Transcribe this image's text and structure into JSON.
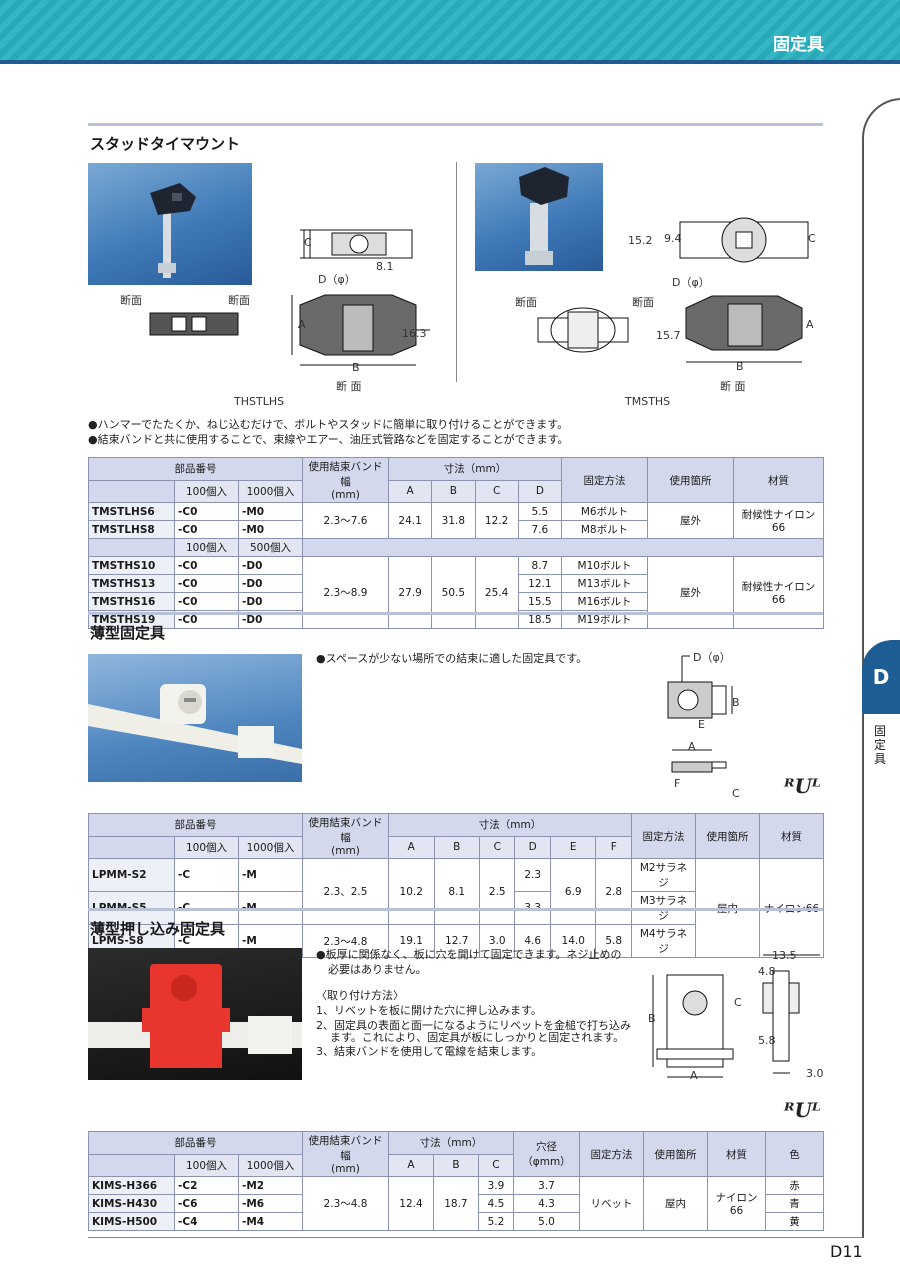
{
  "header": {
    "category": "固定具"
  },
  "side": {
    "tab_letter": "D",
    "tab_label": "固定具"
  },
  "footer": {
    "page_number": "D11"
  },
  "section1": {
    "title": "スタッドタイマウント",
    "diagram_left": {
      "section_label_a": "断面",
      "section_label_b": "断面",
      "dim_c": "C",
      "dim_d": "D（φ）",
      "dim_81": "8.1",
      "dim_a": "A",
      "dim_b": "B",
      "dim_163": "16.3",
      "section_label_bottom": "断 面",
      "caption": "THSTLHS"
    },
    "diagram_right": {
      "section_label_a": "断面",
      "section_label_b": "断面",
      "dim_152": "15.2",
      "dim_94": "9.4",
      "dim_c": "C",
      "dim_d": "D（φ）",
      "dim_157": "15.7",
      "dim_a": "A",
      "dim_b": "B",
      "section_label_bottom": "断 面",
      "caption": "TMSTHS"
    },
    "bullets": [
      "●ハンマーでたたくか、ねじ込むだけで、ボルトやスタッドに簡単に取り付けることができます。",
      "●結束バンドと共に使用することで、束線やエアー、油圧式管路などを固定することができます。"
    ],
    "table": {
      "h_part": "部品番号",
      "h_q1": "100個入",
      "h_q2": "1000個入",
      "h_band": "使用結束バンド幅",
      "h_band_unit": "(mm)",
      "h_dims": "寸法（mm）",
      "h_a": "A",
      "h_b": "B",
      "h_c": "C",
      "h_d": "D",
      "h_fix": "固定方法",
      "h_place": "使用箇所",
      "h_mat": "材質",
      "h_q1b": "100個入",
      "h_q2b": "500個入",
      "g1": {
        "band": "2.3～7.6",
        "a": "24.1",
        "b": "31.8",
        "c": "12.2",
        "place": "屋外",
        "mat": "耐候性ナイロン66",
        "rows": [
          {
            "part": "TMSTLHS6",
            "s1": "-C0",
            "s2": "-M0",
            "d": "5.5",
            "fix": "M6ボルト"
          },
          {
            "part": "TMSTLHS8",
            "s1": "-C0",
            "s2": "-M0",
            "d": "7.6",
            "fix": "M8ボルト"
          }
        ]
      },
      "g2": {
        "band": "2.3～8.9",
        "a": "27.9",
        "b": "50.5",
        "c": "25.4",
        "place": "屋外",
        "mat": "耐候性ナイロン66",
        "rows": [
          {
            "part": "TMSTHS10",
            "s1": "-C0",
            "s2": "-D0",
            "d": "8.7",
            "fix": "M10ボルト"
          },
          {
            "part": "TMSTHS13",
            "s1": "-C0",
            "s2": "-D0",
            "d": "12.1",
            "fix": "M13ボルト"
          },
          {
            "part": "TMSTHS16",
            "s1": "-C0",
            "s2": "-D0",
            "d": "15.5",
            "fix": "M16ボルト"
          },
          {
            "part": "TMSTHS19",
            "s1": "-C0",
            "s2": "-D0",
            "d": "18.5",
            "fix": "M19ボルト"
          }
        ]
      }
    }
  },
  "section2": {
    "title": "薄型固定具",
    "bullet": "●スペースが少ない場所での結束に適した固定具です。",
    "diagram": {
      "dim_d": "D（φ）",
      "dim_b": "B",
      "dim_e": "E",
      "dim_a": "A",
      "dim_f": "F",
      "dim_c": "C",
      "ul": "ᴿUᴸ"
    },
    "table": {
      "h_part": "部品番号",
      "h_q1": "100個入",
      "h_q2": "1000個入",
      "h_band": "使用結束バンド幅",
      "h_band_unit": "(mm)",
      "h_dims": "寸法（mm）",
      "h_a": "A",
      "h_b": "B",
      "h_c": "C",
      "h_d": "D",
      "h_e": "E",
      "h_f": "F",
      "h_fix": "固定方法",
      "h_place": "使用箇所",
      "h_mat": "材質",
      "band_12": "2.3、2.5",
      "a_12": "10.2",
      "b_12": "8.1",
      "c_12": "2.5",
      "e_12": "6.9",
      "f_12": "2.8",
      "place": "屋内",
      "mat": "ナイロン66",
      "rows": [
        {
          "part": "LPMM-S2",
          "s1": "-C",
          "s2": "-M",
          "d": "2.3",
          "fix": "M2サラネジ"
        },
        {
          "part": "LPMM-S5",
          "s1": "-C",
          "s2": "-M",
          "d": "3.3",
          "fix": "M3サラネジ"
        },
        {
          "part": "LPMS-S8",
          "s1": "-C",
          "s2": "-M",
          "band": "2.3～4.8",
          "a": "19.1",
          "b": "12.7",
          "c": "3.0",
          "d": "4.6",
          "e": "14.0",
          "f": "5.8",
          "fix": "M4サラネジ"
        }
      ]
    }
  },
  "section3": {
    "title": "薄型押し込み固定具",
    "bullet1": "●板厚に関係なく、板に穴を開けて固定できます。ネジ止めの",
    "bullet1b": "必要はありません。",
    "method_title": "〈取り付け方法〉",
    "steps": [
      "1、リベットを板に開けた穴に押し込みます。",
      "2、固定具の表面と面一になるようにリベットを金槌で打ち込み",
      "ます。これにより、固定具が板にしっかりと固定されます。",
      "3、結束バンドを使用して電線を結束します。"
    ],
    "diagram": {
      "dim_135": "13.5",
      "dim_48": "4.8",
      "dim_c": "C",
      "dim_b": "B",
      "dim_58": "5.8",
      "dim_a": "A",
      "dim_30": "3.0",
      "ul": "ᴿUᴸ"
    },
    "table": {
      "h_part": "部品番号",
      "h_q1": "100個入",
      "h_q2": "1000個入",
      "h_band": "使用結束バンド幅",
      "h_band_unit": "(mm)",
      "h_dims": "寸法（mm）",
      "h_a": "A",
      "h_b": "B",
      "h_c": "C",
      "h_hole": "穴径（φmm）",
      "h_fix": "固定方法",
      "h_place": "使用箇所",
      "h_mat": "材質",
      "h_color": "色",
      "band": "2.3～4.8",
      "a": "12.4",
      "b": "18.7",
      "fix": "リベット",
      "place": "屋内",
      "mat": "ナイロン66",
      "rows": [
        {
          "part": "KIMS-H366",
          "s1": "-C2",
          "s2": "-M2",
          "c": "3.9",
          "hole": "3.7",
          "color": "赤"
        },
        {
          "part": "KIMS-H430",
          "s1": "-C6",
          "s2": "-M6",
          "c": "4.5",
          "hole": "4.3",
          "color": "青"
        },
        {
          "part": "KIMS-H500",
          "s1": "-C4",
          "s2": "-M4",
          "c": "5.2",
          "hole": "5.0",
          "color": "黄"
        }
      ]
    }
  }
}
